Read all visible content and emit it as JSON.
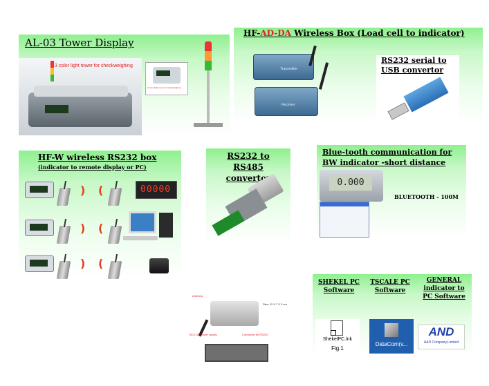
{
  "al03": {
    "title": "AL-03 Tower Display",
    "caption": "3 color light tower for checkweighing",
    "small_caption": "3 color light tower for checkweighing"
  },
  "hf_adda": {
    "title_prefix": "HF-",
    "title_red": "AD-DA",
    "title_suffix": " Wireless Box (Load cell to indicator)",
    "box_label": "Transmitter",
    "box_label2": "Receiver"
  },
  "rs232_usb": {
    "line1": "RS232 serial to",
    "line2": "USB convertor"
  },
  "hfw": {
    "title": "HF-W wireless RS232 box",
    "subtitle": "(indicator to remote display or PC)",
    "display_value": "00000"
  },
  "rs485": {
    "line1": "RS232 to RS485",
    "line2": "convertor"
  },
  "bluetooth": {
    "line1": "Blue-tooth communication for",
    "line2": "BW indicator -short distance",
    "note": "BLUETOOTH - 100M",
    "lcd_value": "0.000"
  },
  "software": {
    "shekel_line1": "SHEKEL PC",
    "shekel_line2": "Software",
    "tscale_line1": "TSCALE PC",
    "tscale_line2": "Software",
    "general_line1": "GENERAL",
    "general_line2": "indicator to",
    "general_line3": "PC Software",
    "shekel_file": "ShekelPC.lnk",
    "fig": "Fig.1",
    "datacom": "DataCom(v...",
    "and_logo": "AND",
    "and_sub": "A&D Company,Limited"
  },
  "module": {
    "antenna": "Antenna",
    "power": "BCS-XV power supply",
    "connector": "Connector for RS232",
    "size": "Size: 11 X 7 X 3 cm"
  }
}
